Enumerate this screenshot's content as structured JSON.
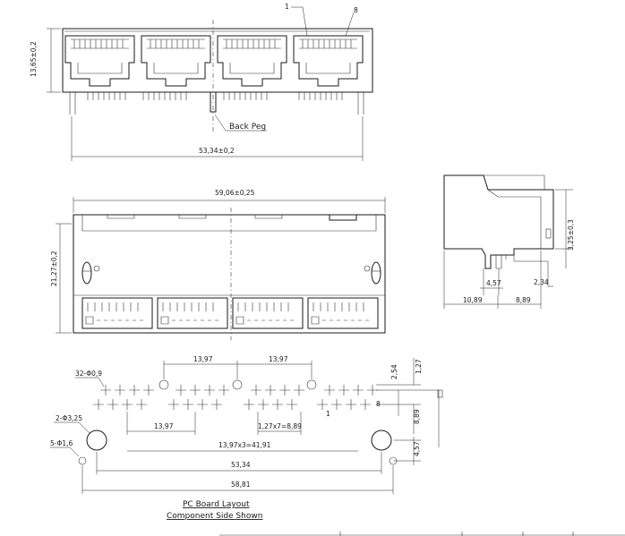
{
  "front_view": {
    "callout_1": "1",
    "callout_8": "8",
    "height_dim": "13,65±0,2",
    "back_peg": "Back Peg",
    "width_dim": "53,34±0,2"
  },
  "top_view": {
    "width_dim": "59,06±0,25",
    "depth_dim": "21,27±0,2"
  },
  "side_view": {
    "dim_325": "3,25±0,3",
    "dim_234": "2,34",
    "dim_457": "4,57",
    "dim_1089": "10,89",
    "dim_889": "8,89"
  },
  "pcb_layout": {
    "pitch_left": "13,97",
    "pitch_right": "13,97",
    "pin_holes": "32-Φ0,9",
    "peg_holes": "2-Φ3,25",
    "mount_holes": "5-Φ1,6",
    "port_pitch": "13,97",
    "pin_pitch": "1,27x7=8,89",
    "port_total": "13,97x3=41,91",
    "width_5334": "53,34",
    "width_5881": "58,81",
    "dim_254": "2,54",
    "dim_127": "1,27",
    "dim_889": "8,89",
    "dim_457": "4,57",
    "pin_1": "1",
    "pin_8": "8",
    "caption_line1": "PC Board Layout",
    "caption_line2": "Component Side Shown"
  }
}
